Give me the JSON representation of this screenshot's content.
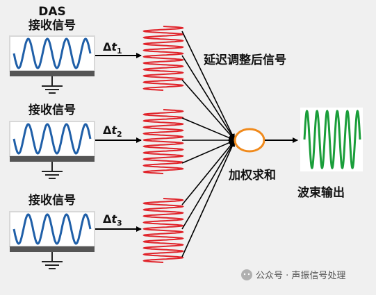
{
  "title_top": "DAS",
  "channel_label": "接收信号",
  "delta_symbol": "Δ",
  "delta_var": "t",
  "delta_subs": [
    "1",
    "2",
    "3"
  ],
  "delayed_label": "延迟调整后信号",
  "sum_label": "加权求和",
  "output_label": "波束输出",
  "watermark": "公众号 · 声振信号处理",
  "colors": {
    "signal_blue": "#1f5fa8",
    "delayed_red": "#e0232a",
    "output_green": "#1a9e3a",
    "summer_fill": "#ffffff",
    "summer_stroke": "#f08a1c",
    "sensor_bar": "#555555",
    "sensor_frame": "#d8d8d8"
  }
}
